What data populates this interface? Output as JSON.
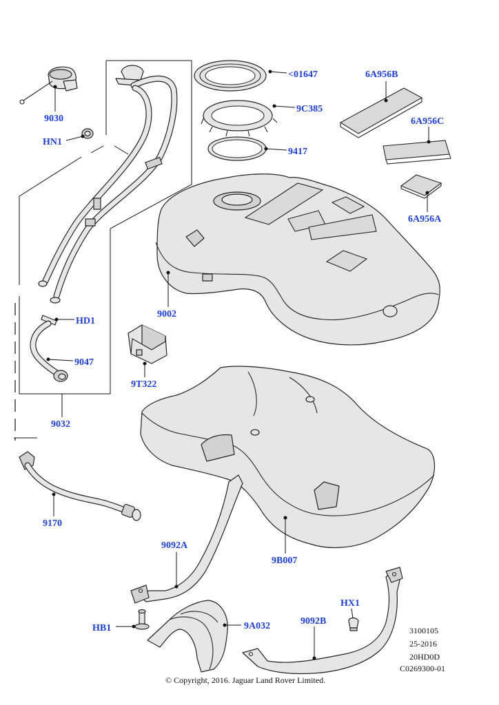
{
  "callouts": {
    "c01647": "<01647",
    "c9C385": "9C385",
    "c9417": "9417",
    "c6A956B": "6A956B",
    "c6A956C": "6A956C",
    "c6A956A": "6A956A",
    "c9030": "9030",
    "cHN1": "HN1",
    "cHD1": "HD1",
    "c9047": "9047",
    "c9032": "9032",
    "c9002": "9002",
    "c9T322": "9T322",
    "c9170": "9170",
    "c9092A": "9092A",
    "c9B007": "9B007",
    "cHB1": "HB1",
    "c9A032": "9A032",
    "c9092B": "9092B",
    "cHX1": "HX1"
  },
  "reference": {
    "line1": "3100105",
    "line2": "25-2016",
    "line3": "20HD0D",
    "line4": "C0269300-01"
  },
  "copyright": "© Copyright, 2016. Jaguar Land Rover Limited.",
  "colors": {
    "callout": "#1f3fd0",
    "ink": "#222222"
  }
}
